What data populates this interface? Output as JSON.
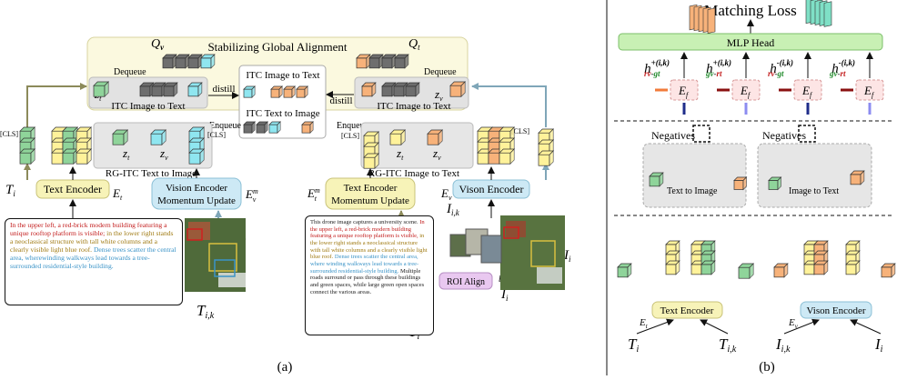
{
  "panel_a": {
    "stabilizing_title": "Stabilizing Global Alignment",
    "q_v": "Q",
    "q_v_sub": "v",
    "q_t": "Q",
    "q_t_sub": "t",
    "dequeue": "Dequeue",
    "enqueue": "Enqueue",
    "distill": "distill",
    "itc_image_to_text": "ITC Image to Text",
    "itc_text_to_image": "ITC Text to Image",
    "rg_itc_text_to_image": "RG-ITC Text to Image",
    "rg_itc_image_to_text": "RG-ITC Image to Text",
    "cls": "[CLS]",
    "text_encoder": "Text Encoder",
    "text_encoder_momentum": [
      "Text Encoder",
      "Momentum Update"
    ],
    "vision_encoder": "Vison Encoder",
    "vision_encoder_momentum": [
      "Vision Encoder",
      "Momentum Update"
    ],
    "roi_align": "ROI Align",
    "labels": {
      "T": "T",
      "T_i_sub": "i",
      "T_ik_sub": "i,k",
      "I": "I",
      "I_i_sub": "i",
      "I_ik_sub": "i,k",
      "E": "E",
      "E_t_sub": "t",
      "E_v_sub": "v",
      "E_m_sup": "m",
      "z": "z",
      "b_ik": "b"
    },
    "caption_short": [
      {
        "text": "In the upper left, a red-brick modern building featuring a unique rooftop platform is visible;",
        "color": "red"
      },
      {
        "text": " in the lower right stands a neoclassical structure with tall white columns and a clearly visible light blue roof.",
        "color": "olive"
      },
      {
        "text": " Dense trees scatter the central area, wherewinding walkways lead towards a tree-surrounded residential-style building.",
        "color": "blue"
      }
    ],
    "caption_long": [
      {
        "text": "This drone image captures a university scene.",
        "color": "black"
      },
      {
        "text": " In the upper left, a red-brick modern building featuring a unique rooftop platform is visible,",
        "color": "red"
      },
      {
        "text": " in the lower right stands a neoclassical structure with tall white columns and a clearly visible light blue roof.",
        "color": "olive"
      },
      {
        "text": " Dense trees scatter the central area, where winding walkways lead towards a tree-surrounded residential-style building.",
        "color": "blue"
      },
      {
        "text": " Multiple roads surround or pass through these buildings and green spaces, while large green open spaces connect the various areas.",
        "color": "black"
      }
    ],
    "panel_label": "(a)"
  },
  "panel_b": {
    "matching_loss": "Matching Loss",
    "mlp_head": "MLP Head",
    "negatives": "Negatives",
    "text_to_image": "Text to Image",
    "image_to_text": "Image to Text",
    "text_encoder": "Text Encoder",
    "vision_encoder": "Vison Encoder",
    "E_f": "E",
    "E_f_sub": "f",
    "h_labels": [
      {
        "sign": "+(i,k)",
        "sub1": "rv",
        "sub2": "gt"
      },
      {
        "sign": "+(i,k)",
        "sub1": "gv",
        "sub2": "rt"
      },
      {
        "sign": "-(i,k)",
        "sub1": "rv",
        "sub2": "gt"
      },
      {
        "sign": "-(i,k)",
        "sub1": "gv",
        "sub2": "rt"
      }
    ],
    "panel_label": "(b)"
  },
  "colors": {
    "green": "#8fd49a",
    "cyan": "#8fe6f0",
    "yellow": "#fff29a",
    "orange": "#f7b27a",
    "gray": "#6e6e6e",
    "text_encoder_fill": "#f7f3b8",
    "vision_encoder_fill": "#cde9f5",
    "mlp_fill": "#c8f0b4",
    "roi_fill": "#e9c8f0",
    "red_text": "#c21a1a",
    "olive_text": "#a07a12",
    "blue_text": "#3a93c7",
    "arrow_orange": "#f27b3a",
    "arrow_darkred": "#8a1010",
    "arrow_navy": "#1f2d8a",
    "arrow_lavender": "#8c8cf0"
  }
}
